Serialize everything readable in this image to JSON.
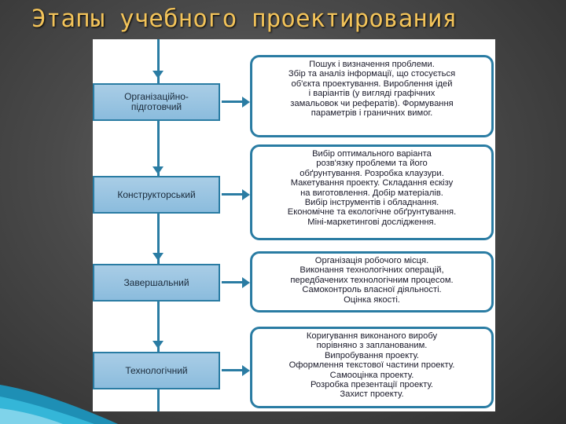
{
  "title": "Этапы  учебного проектирования",
  "stages": [
    {
      "label": "Організаційно-підготовчий",
      "lines": [
        "Пошук і визначення проблеми.",
        "Збір та аналіз інформації, що стосується",
        "об'єкта проектування. Вироблення ідей",
        "і варіантів (у вигляді графічних",
        "замальовок чи рефератів). Формування",
        "параметрів і граничних вимог."
      ]
    },
    {
      "label": "Конструкторський",
      "lines": [
        "Вибір оптимального варіанта",
        "розв'язку проблеми та його",
        "обґрунтування. Розробка клаузури.",
        "Макетування проекту. Складання ескізу",
        "на виготовлення. Добір матеріалів.",
        "Вибір інструментів і обладнання.",
        "Економічне та екологічне обґрунтування.",
        "Міні-маркетингові дослідження."
      ]
    },
    {
      "label": "Завершальний",
      "lines": [
        "Організація робочого місця.",
        "Виконання технологічних операцій,",
        "передбачених технологічним процесом.",
        "Самоконтроль власної діяльності.",
        "Оцінка якості."
      ]
    },
    {
      "label": "Технологічний",
      "lines": [
        "Коригування виконаного виробу",
        "порівняно з запланованим.",
        "Випробування проекту.",
        "Оформлення текстової частини проекту.",
        "Самооцінка проекту.",
        "Розробка презентації проекту.",
        "Захист проекту."
      ]
    }
  ]
}
